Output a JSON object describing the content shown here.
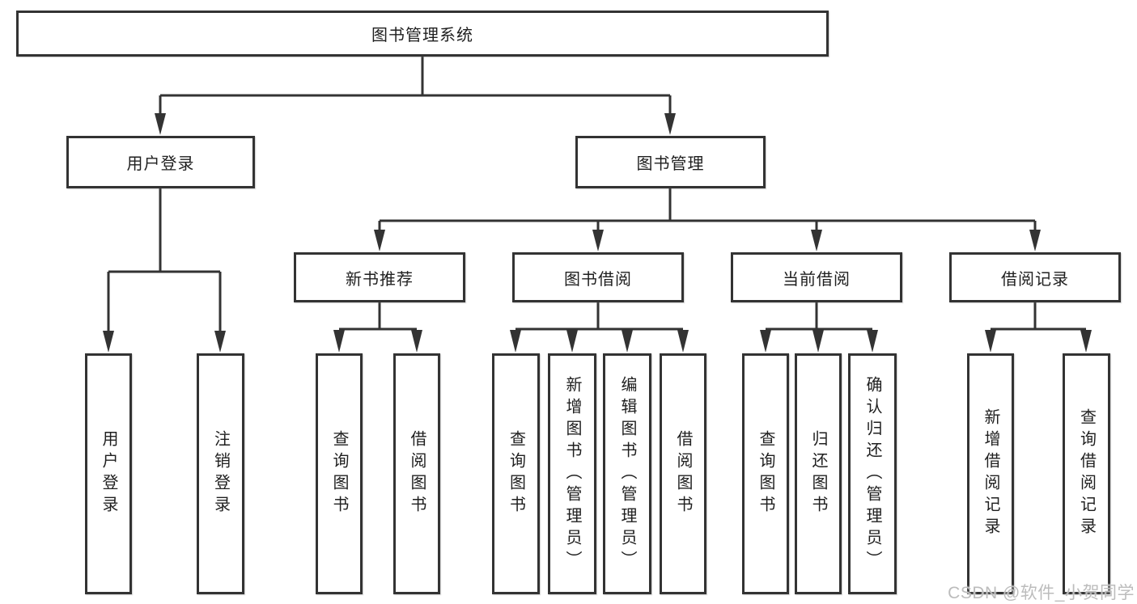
{
  "diagram": {
    "root": {
      "label": "图书管理系统"
    },
    "level2": [
      {
        "label": "用户登录"
      },
      {
        "label": "图书管理"
      }
    ],
    "level3": [
      {
        "label": "新书推荐"
      },
      {
        "label": "图书借阅"
      },
      {
        "label": "当前借阅"
      },
      {
        "label": "借阅记录"
      }
    ],
    "leaves": {
      "user_login": [
        "用户登录",
        "注销登录"
      ],
      "new_book": [
        "查询图书",
        "借阅图书"
      ],
      "borrow": [
        "查询图书",
        "新增图书（管理员）",
        "编辑图书（管理员）",
        "借阅图书"
      ],
      "current": [
        "查询图书",
        "归还图书",
        "确认归还（管理员）"
      ],
      "records": [
        "新增借阅记录",
        "查询借阅记录"
      ]
    }
  },
  "watermark": {
    "text": "CSDN @软件_小贺同学"
  },
  "colors": {
    "line": "#333333",
    "box_border": "#333333",
    "watermark": "#bcbcbc"
  }
}
